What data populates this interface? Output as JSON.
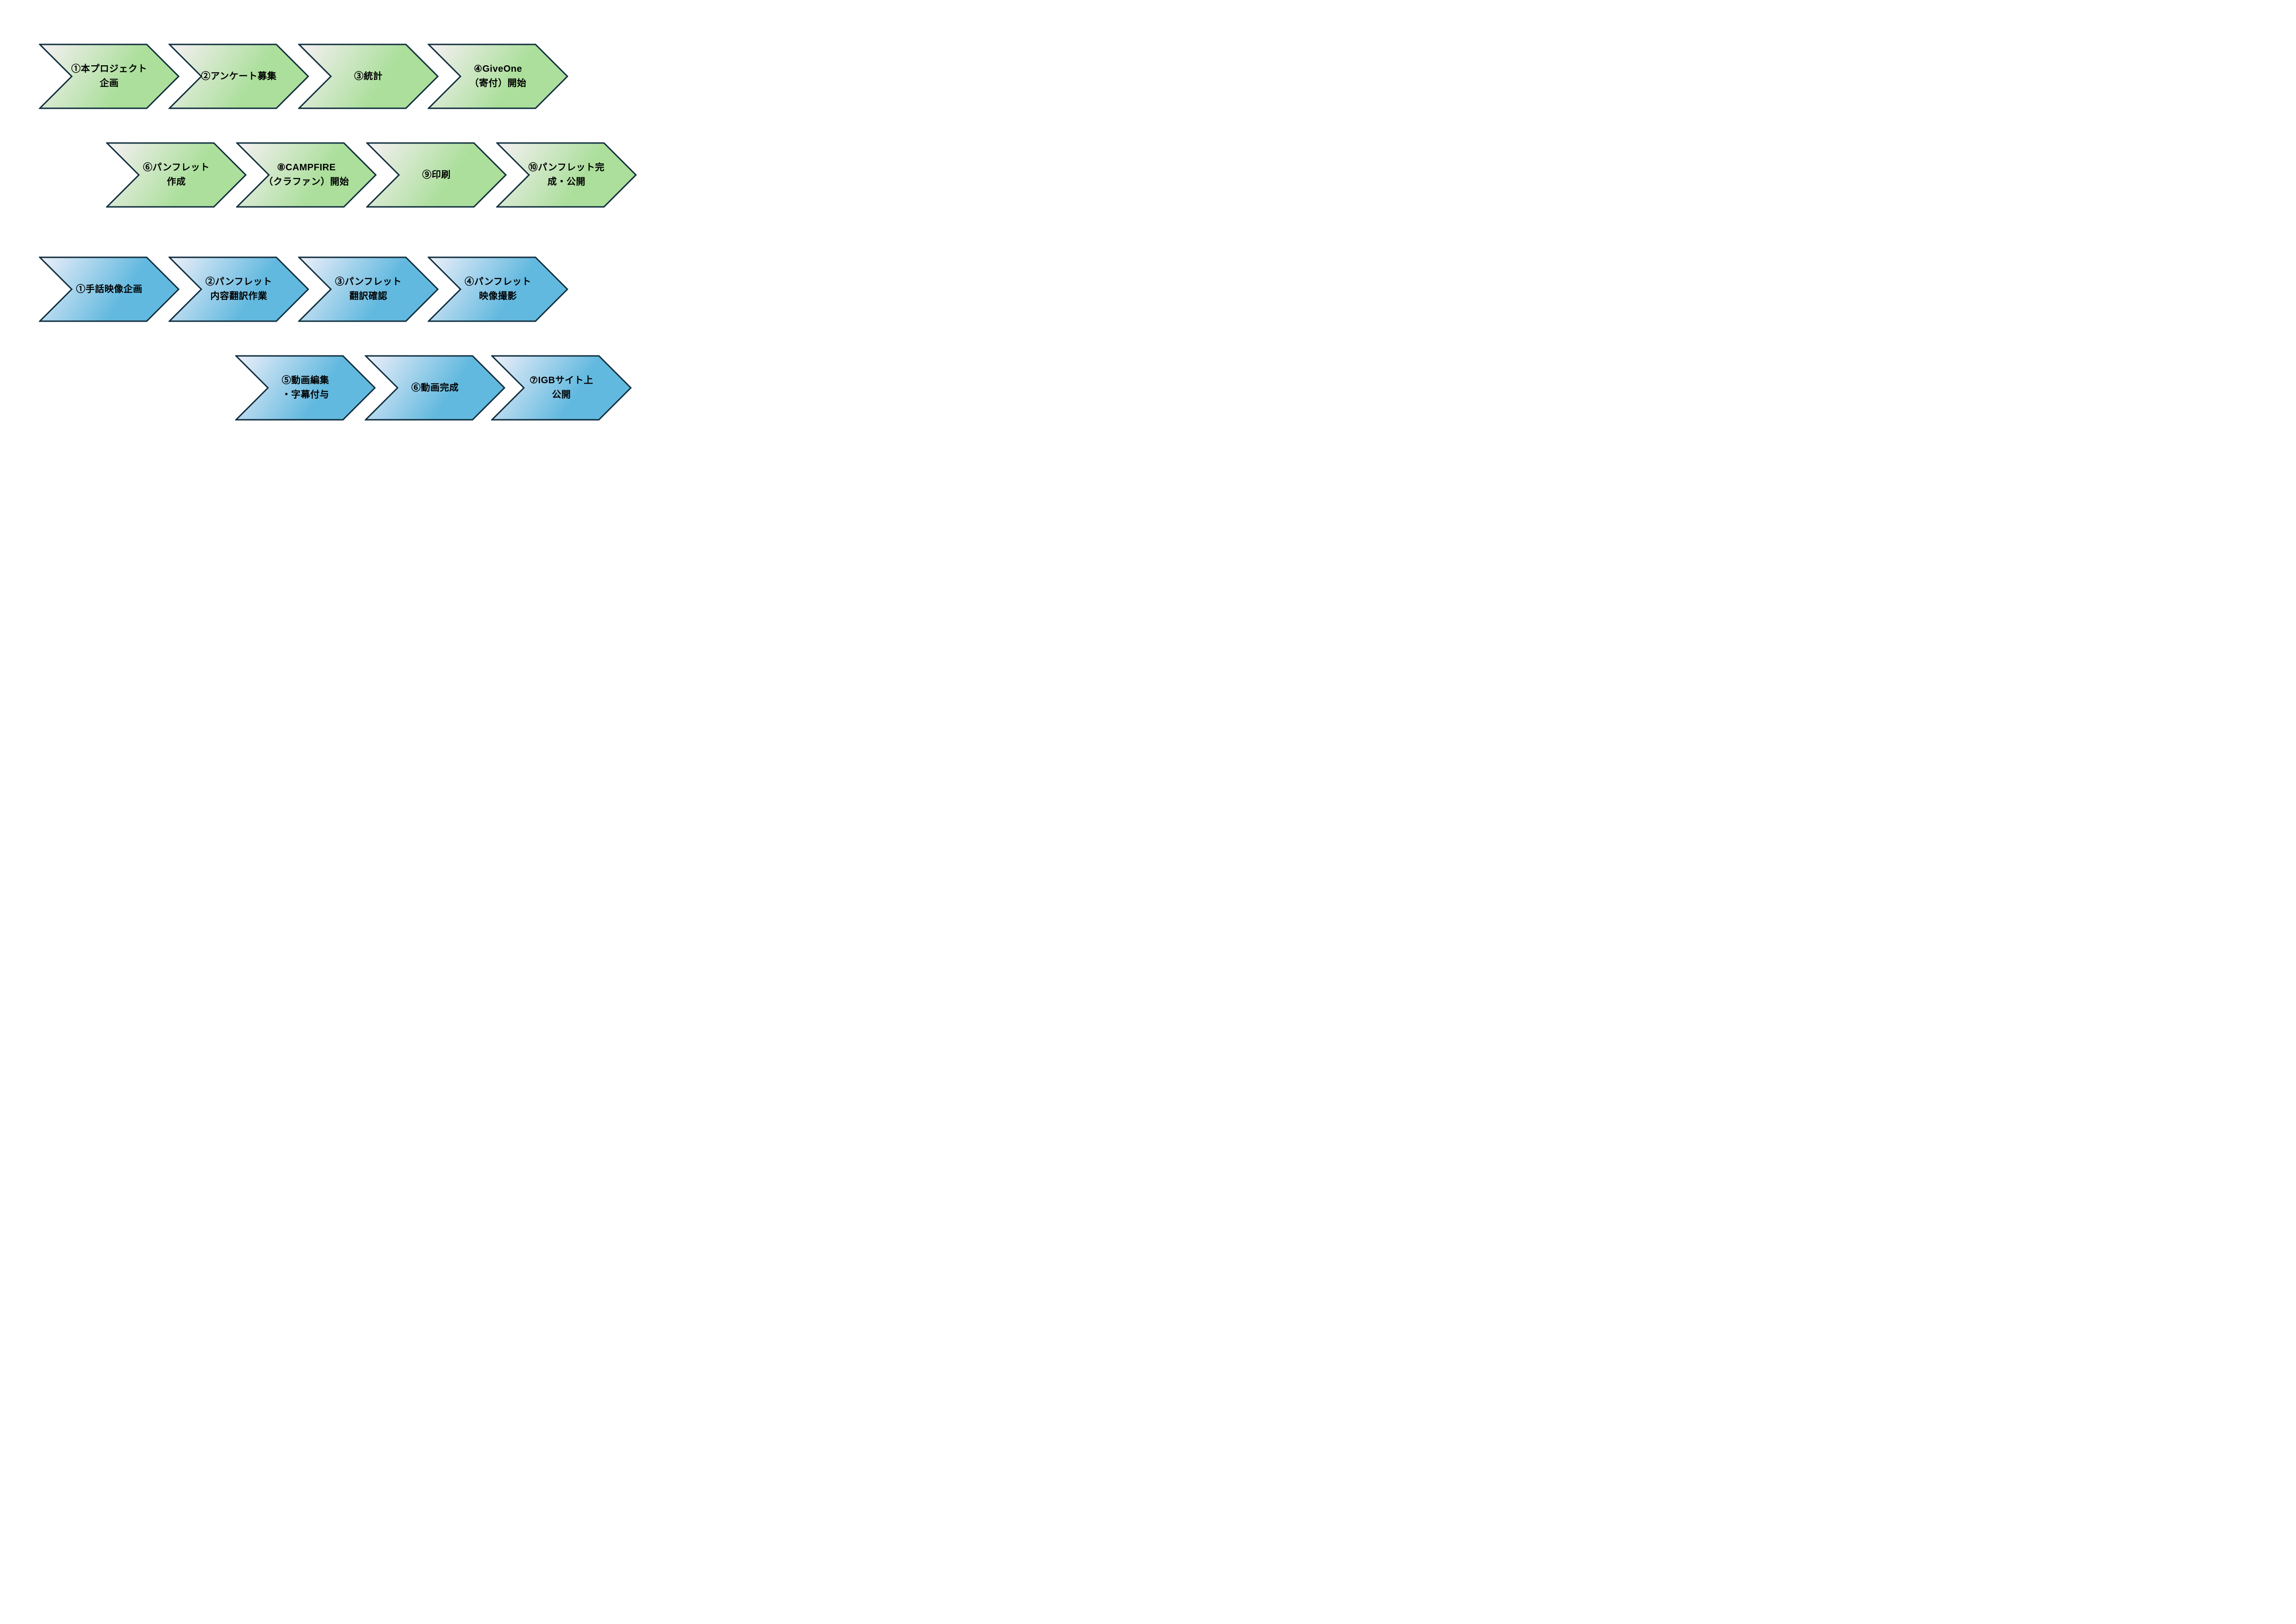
{
  "colors": {
    "background": "#ffffff",
    "outline": "#102e3e",
    "text": "#000000",
    "green_gradient_start": "#f7f0f5",
    "green_gradient_end": "#abdf9b",
    "blue_gradient_start": "#eff0fa",
    "blue_gradient_end": "#62b9df"
  },
  "rows": [
    {
      "theme": "green",
      "steps": [
        {
          "lines": [
            "①本プロジェクト",
            "企画"
          ]
        },
        {
          "lines": [
            "②アンケート募集"
          ]
        },
        {
          "lines": [
            "③統計"
          ]
        },
        {
          "lines": [
            "④GiveOne",
            "（寄付）開始"
          ]
        }
      ]
    },
    {
      "theme": "green",
      "steps": [
        {
          "lines": [
            "⑥パンフレット",
            "作成"
          ]
        },
        {
          "lines": [
            "⑧CAMPFIRE",
            "（クラファン）開始"
          ]
        },
        {
          "lines": [
            "⑨印刷"
          ]
        },
        {
          "lines": [
            "⑩パンフレット完",
            "成・公開"
          ]
        }
      ]
    },
    {
      "theme": "blue",
      "steps": [
        {
          "lines": [
            "①手話映像企画"
          ]
        },
        {
          "lines": [
            "②パンフレット",
            "内容翻訳作業"
          ]
        },
        {
          "lines": [
            "③パンフレット",
            "翻訳確認"
          ]
        },
        {
          "lines": [
            "④パンフレット",
            "映像撮影"
          ]
        }
      ]
    },
    {
      "theme": "blue",
      "steps": [
        {
          "lines": [
            "⑤動画編集",
            "・字幕付与"
          ]
        },
        {
          "lines": [
            "⑥動画完成"
          ]
        },
        {
          "lines": [
            "⑦IGBサイト上",
            "公開"
          ]
        }
      ]
    }
  ]
}
